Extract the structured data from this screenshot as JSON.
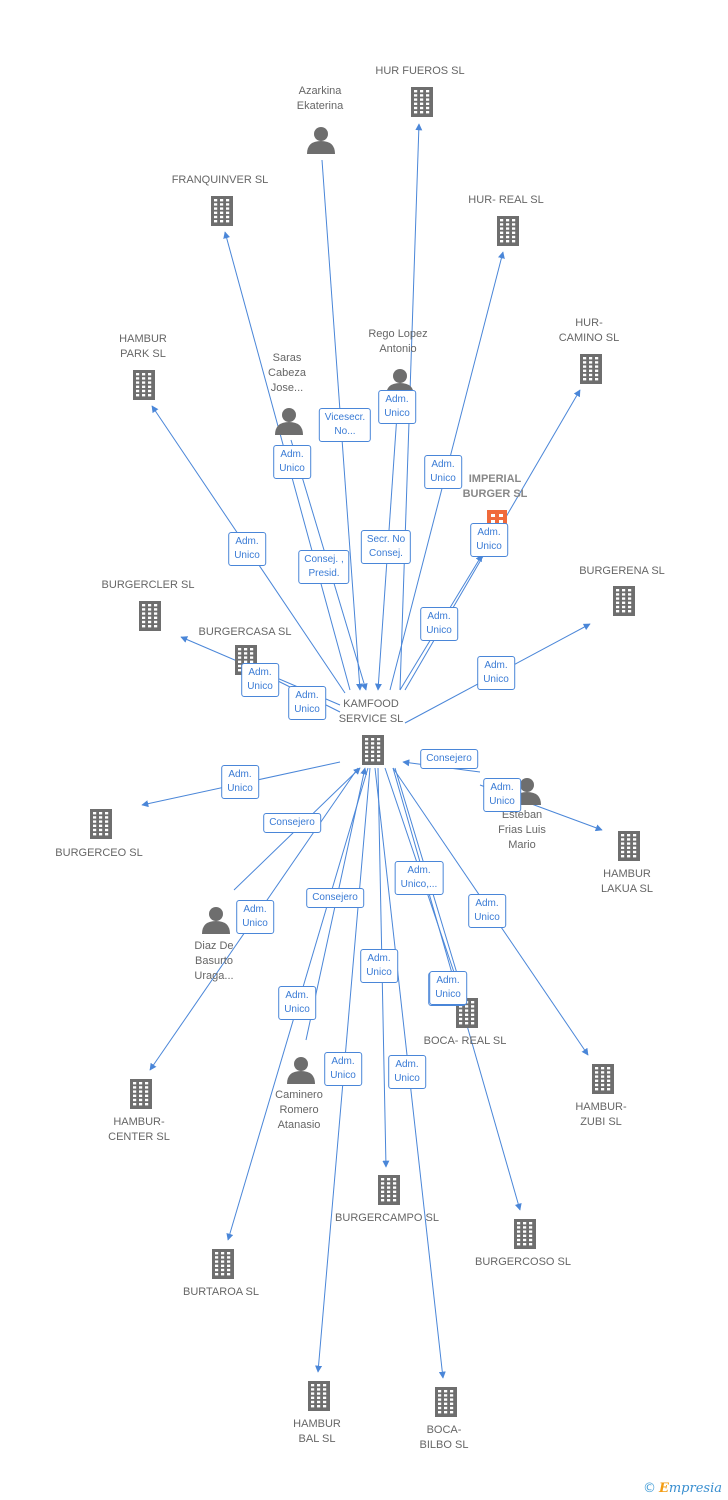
{
  "colors": {
    "edge": "#4a86d8",
    "icon": "#6e6e6e",
    "focus": "#f06a3b"
  },
  "center": "kamfood",
  "nodes": [
    {
      "id": "kamfood",
      "type": "company",
      "label": "KAMFOOD\nSERVICE  SL",
      "role": "center"
    },
    {
      "id": "hurfueros",
      "type": "company",
      "label": "HUR FUEROS SL"
    },
    {
      "id": "azarkina",
      "type": "person",
      "label": "Azarkina\nEkaterina"
    },
    {
      "id": "franquinver",
      "type": "company",
      "label": "FRANQUINVER SL"
    },
    {
      "id": "hurreal",
      "type": "company",
      "label": "HUR- REAL SL"
    },
    {
      "id": "hamburpark",
      "type": "company",
      "label": "HAMBUR\nPARK SL"
    },
    {
      "id": "regolopez",
      "type": "person",
      "label": "Rego Lopez\nAntonio"
    },
    {
      "id": "hurcamino",
      "type": "company",
      "label": "HUR-\nCAMINO SL"
    },
    {
      "id": "saras",
      "type": "person",
      "label": "Saras\nCabeza\nJose..."
    },
    {
      "id": "imperial",
      "type": "company",
      "label": "IMPERIAL\nBURGER SL",
      "role": "focus"
    },
    {
      "id": "burgercler",
      "type": "company",
      "label": "BURGERCLER SL"
    },
    {
      "id": "burgerena",
      "type": "company",
      "label": "BURGERENA SL"
    },
    {
      "id": "burgercasa",
      "type": "company",
      "label": "BURGERCASA SL"
    },
    {
      "id": "esteban",
      "type": "person",
      "label": "Esteban\nFrias Luis\nMario"
    },
    {
      "id": "burgerceo",
      "type": "company",
      "label": "BURGERCEO SL"
    },
    {
      "id": "hamburlakua",
      "type": "company",
      "label": "HAMBUR\nLAKUA SL"
    },
    {
      "id": "diaz",
      "type": "person",
      "label": "Diaz De\nBasurto\nUraga..."
    },
    {
      "id": "bocareal",
      "type": "company",
      "label": "BOCA- REAL SL"
    },
    {
      "id": "hamburcenter",
      "type": "company",
      "label": "HAMBUR-\nCENTER SL"
    },
    {
      "id": "caminero",
      "type": "person",
      "label": "Caminero\nRomero\nAtanasio"
    },
    {
      "id": "hamburzubi",
      "type": "company",
      "label": "HAMBUR-\nZUBI SL"
    },
    {
      "id": "burgercampo",
      "type": "company",
      "label": "BURGERCAMPO SL"
    },
    {
      "id": "burgercoso",
      "type": "company",
      "label": "BURGERCOSO SL"
    },
    {
      "id": "burtaroa",
      "type": "company",
      "label": "BURTAROA SL"
    },
    {
      "id": "hamburbal",
      "type": "company",
      "label": "HAMBUR\nBAL SL"
    },
    {
      "id": "bocabilbo",
      "type": "company",
      "label": "BOCA-\nBILBO SL"
    }
  ],
  "relations": [
    {
      "from": "kamfood",
      "to": "hurfueros",
      "label": "Adm.\nUnico"
    },
    {
      "from": "azarkina",
      "to": "kamfood",
      "label": "Vicesecr.\nNo..."
    },
    {
      "from": "kamfood",
      "to": "franquinver",
      "label": "Adm.\nUnico"
    },
    {
      "from": "kamfood",
      "to": "hurreal",
      "label": "Adm.\nUnico"
    },
    {
      "from": "kamfood",
      "to": "hamburpark",
      "label": "Adm.\nUnico"
    },
    {
      "from": "regolopez",
      "to": "kamfood",
      "label": "Secr.  No\nConsej."
    },
    {
      "from": "saras",
      "to": "kamfood",
      "label": "Consej. ,\nPresid."
    },
    {
      "from": "kamfood",
      "to": "imperial",
      "label": "Adm.\nUnico"
    },
    {
      "from": "kamfood",
      "to": "hurcamino",
      "label": "Adm.\nUnico"
    },
    {
      "from": "kamfood",
      "to": "burgercler",
      "label": "Adm.\nUnico"
    },
    {
      "from": "kamfood",
      "to": "burgerena",
      "label": "Adm.\nUnico"
    },
    {
      "from": "kamfood",
      "to": "burgercasa",
      "label": "Adm.\nUnico"
    },
    {
      "from": "esteban",
      "to": "kamfood",
      "label": "Consejero"
    },
    {
      "from": "kamfood",
      "to": "burgerceo",
      "label": "Adm.\nUnico"
    },
    {
      "from": "kamfood",
      "to": "hamburlakua",
      "label": "Adm.\nUnico"
    },
    {
      "from": "diaz",
      "to": "kamfood",
      "label": "Consejero"
    },
    {
      "from": "kamfood",
      "to": "bocareal",
      "label": "Adm.\nUnico,..."
    },
    {
      "from": "kamfood",
      "to": "hamburcenter",
      "label": "Adm.\nUnico"
    },
    {
      "from": "caminero",
      "to": "kamfood",
      "label": "Consejero"
    },
    {
      "from": "kamfood",
      "to": "hamburzubi",
      "label": "Adm.\nUnico"
    },
    {
      "from": "kamfood",
      "to": "burgercampo",
      "label": "Adm.\nUnico"
    },
    {
      "from": "kamfood",
      "to": "burgercoso",
      "label": "Adm.\nUnico"
    },
    {
      "from": "kamfood",
      "to": "burtaroa",
      "label": "Adm.\nUnico"
    },
    {
      "from": "kamfood",
      "to": "hamburbal",
      "label": "Adm.\nUnico"
    },
    {
      "from": "kamfood",
      "to": "bocabilbo",
      "label": "Adm.\nUnico"
    },
    {
      "from": "kamfood",
      "to": "bocareal",
      "label": "Adm.\nUnico"
    }
  ],
  "footer": {
    "copyright": "©",
    "brand_initial": "E",
    "brand_rest": "mpresia"
  }
}
